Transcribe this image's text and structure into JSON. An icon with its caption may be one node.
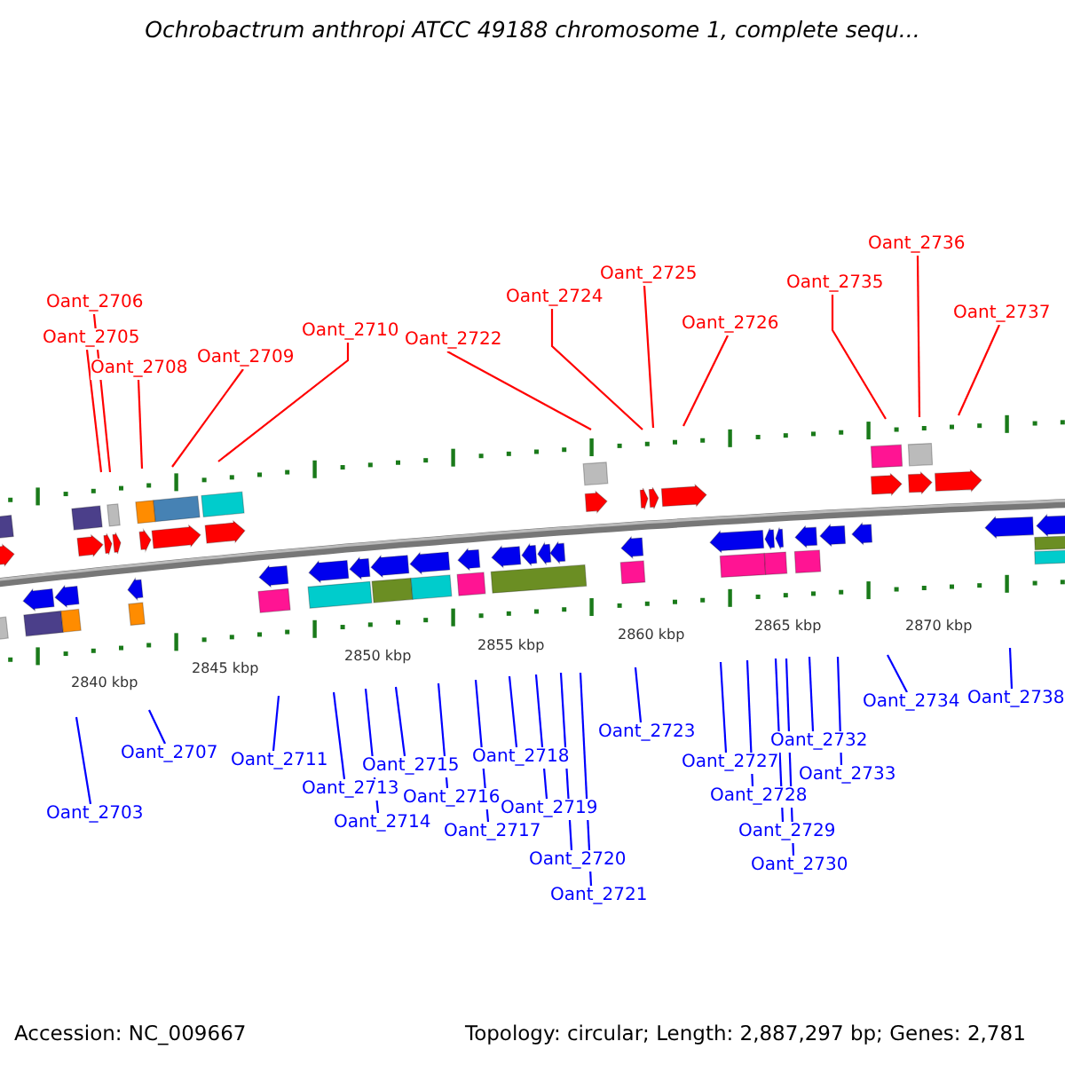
{
  "diagram": {
    "title": "Ochrobactrum anthropi ATCC 49188 chromosome 1, complete sequ...",
    "nodes": [
      {
        "text": [
          "Oant_2706"
        ]
      },
      {
        "text": [
          "Oant_2705"
        ]
      },
      {
        "text": [
          "Oant_2708"
        ]
      },
      {
        "text": [
          "Oant_2709"
        ]
      },
      {
        "text": [
          "Oant_2710"
        ]
      },
      {
        "text": [
          "Oant_2722"
        ]
      },
      {
        "text": [
          "Oant_2724"
        ]
      },
      {
        "text": [
          "Oant_2725"
        ]
      },
      {
        "text": [
          "Oant_2726"
        ]
      },
      {
        "text": [
          "Oant_2735"
        ]
      },
      {
        "text": [
          "Oant_2736"
        ]
      },
      {
        "text": [
          "Oant_2737"
        ]
      },
      {
        "text": [
          "Oant_2703"
        ]
      },
      {
        "text": [
          "Oant_2707"
        ]
      },
      {
        "text": [
          "Oant_2711"
        ]
      },
      {
        "text": [
          "Oant_2713"
        ]
      },
      {
        "text": [
          "Oant_2714"
        ]
      },
      {
        "text": [
          "Oant_2715"
        ]
      },
      {
        "text": [
          "Oant_2716"
        ]
      },
      {
        "text": [
          "Oant_2717"
        ]
      },
      {
        "text": [
          "Oant_2718"
        ]
      },
      {
        "text": [
          "Oant_2719"
        ]
      },
      {
        "text": [
          "Oant_2720"
        ]
      },
      {
        "text": [
          "Oant_2721"
        ]
      },
      {
        "text": [
          "Oant_2723"
        ]
      },
      {
        "text": [
          "Oant_2727"
        ]
      },
      {
        "text": [
          "Oant_2728"
        ]
      },
      {
        "text": [
          "Oant_2729"
        ]
      },
      {
        "text": [
          "Oant_2730"
        ]
      },
      {
        "text": [
          "Oant_2732"
        ]
      },
      {
        "text": [
          "Oant_2733"
        ]
      },
      {
        "text": [
          "Oant_2734"
        ]
      },
      {
        "text": [
          "Oant_2738"
        ]
      }
    ],
    "edges": [
      {
        "from": 0,
        "to": null,
        "arrow": "none",
        "color": "#ff0000"
      },
      {
        "from": 1,
        "to": null,
        "arrow": "none",
        "color": "#ff0000"
      },
      {
        "from": 2,
        "to": null,
        "arrow": "none",
        "color": "#ff0000"
      },
      {
        "from": 3,
        "to": null,
        "arrow": "none",
        "color": "#ff0000"
      },
      {
        "from": 4,
        "to": null,
        "arrow": "none",
        "color": "#ff0000"
      },
      {
        "from": 5,
        "to": null,
        "arrow": "none",
        "color": "#ff0000"
      },
      {
        "from": 6,
        "to": null,
        "arrow": "none",
        "color": "#ff0000"
      },
      {
        "from": 7,
        "to": null,
        "arrow": "none",
        "color": "#ff0000"
      },
      {
        "from": 8,
        "to": null,
        "arrow": "none",
        "color": "#ff0000"
      },
      {
        "from": 9,
        "to": null,
        "arrow": "none",
        "color": "#ff0000"
      },
      {
        "from": 10,
        "to": null,
        "arrow": "none",
        "color": "#ff0000"
      },
      {
        "from": 11,
        "to": null,
        "arrow": "none",
        "color": "#ff0000"
      },
      {
        "from": 12,
        "to": null,
        "arrow": "none"
      },
      {
        "from": 13,
        "to": null,
        "arrow": "none"
      },
      {
        "from": 14,
        "to": null,
        "arrow": "none"
      },
      {
        "from": 15,
        "to": null,
        "arrow": "none"
      },
      {
        "from": 16,
        "to": null,
        "arrow": "none"
      },
      {
        "from": 17,
        "to": null,
        "arrow": "none"
      },
      {
        "from": 18,
        "to": null,
        "arrow": "none"
      },
      {
        "from": 19,
        "to": null,
        "arrow": "none"
      },
      {
        "from": 20,
        "to": null,
        "arrow": "none"
      },
      {
        "from": 21,
        "to": null,
        "arrow": "none"
      },
      {
        "from": 22,
        "to": null,
        "arrow": "none"
      },
      {
        "from": 23,
        "to": null,
        "arrow": "none"
      },
      {
        "from": 24,
        "to": null,
        "arrow": "none"
      },
      {
        "from": 25,
        "to": null,
        "arrow": "none"
      },
      {
        "from": 26,
        "to": null,
        "arrow": "none"
      },
      {
        "from": 27,
        "to": null,
        "arrow": "none"
      },
      {
        "from": 28,
        "to": null,
        "arrow": "none"
      },
      {
        "from": 29,
        "to": null,
        "arrow": "none"
      },
      {
        "from": 30,
        "to": null,
        "arrow": "none"
      },
      {
        "from": 31,
        "to": null,
        "arrow": "none"
      },
      {
        "from": 32,
        "to": null,
        "arrow": "none"
      }
    ],
    "labels": [
      "2840 kbp",
      "2845 kbp",
      "2850 kbp",
      "2855 kbp",
      "2860 kbp",
      "2865 kbp",
      "2870 kbp",
      "Accession: NC_009667",
      "Topology: circular; Length: 2,887,297 bp; Genes: 2,781"
    ]
  }
}
